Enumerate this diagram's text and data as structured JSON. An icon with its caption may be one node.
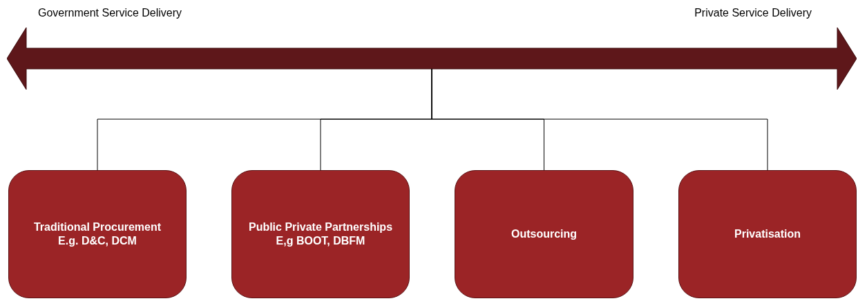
{
  "diagram": {
    "nodes": [
      {
        "text": [],
        "shape": "arrow",
        "beside": [
          "Government Service Delivery",
          "Private Service Delivery"
        ]
      },
      {
        "text": [
          "Traditional Procurement",
          "E.g. D&C, DCM"
        ]
      },
      {
        "text": [
          "Public Private Partnerships",
          "E,g BOOT, DBFM"
        ]
      },
      {
        "text": [
          "Outsourcing"
        ]
      },
      {
        "text": [
          "Privatisation"
        ]
      }
    ],
    "edges": [
      {
        "from": 0,
        "to": 1,
        "arrow": "none"
      },
      {
        "from": 0,
        "to": 2,
        "arrow": "none"
      },
      {
        "from": 0,
        "to": 3,
        "arrow": "none"
      },
      {
        "from": 0,
        "to": 4,
        "arrow": "none"
      }
    ]
  }
}
